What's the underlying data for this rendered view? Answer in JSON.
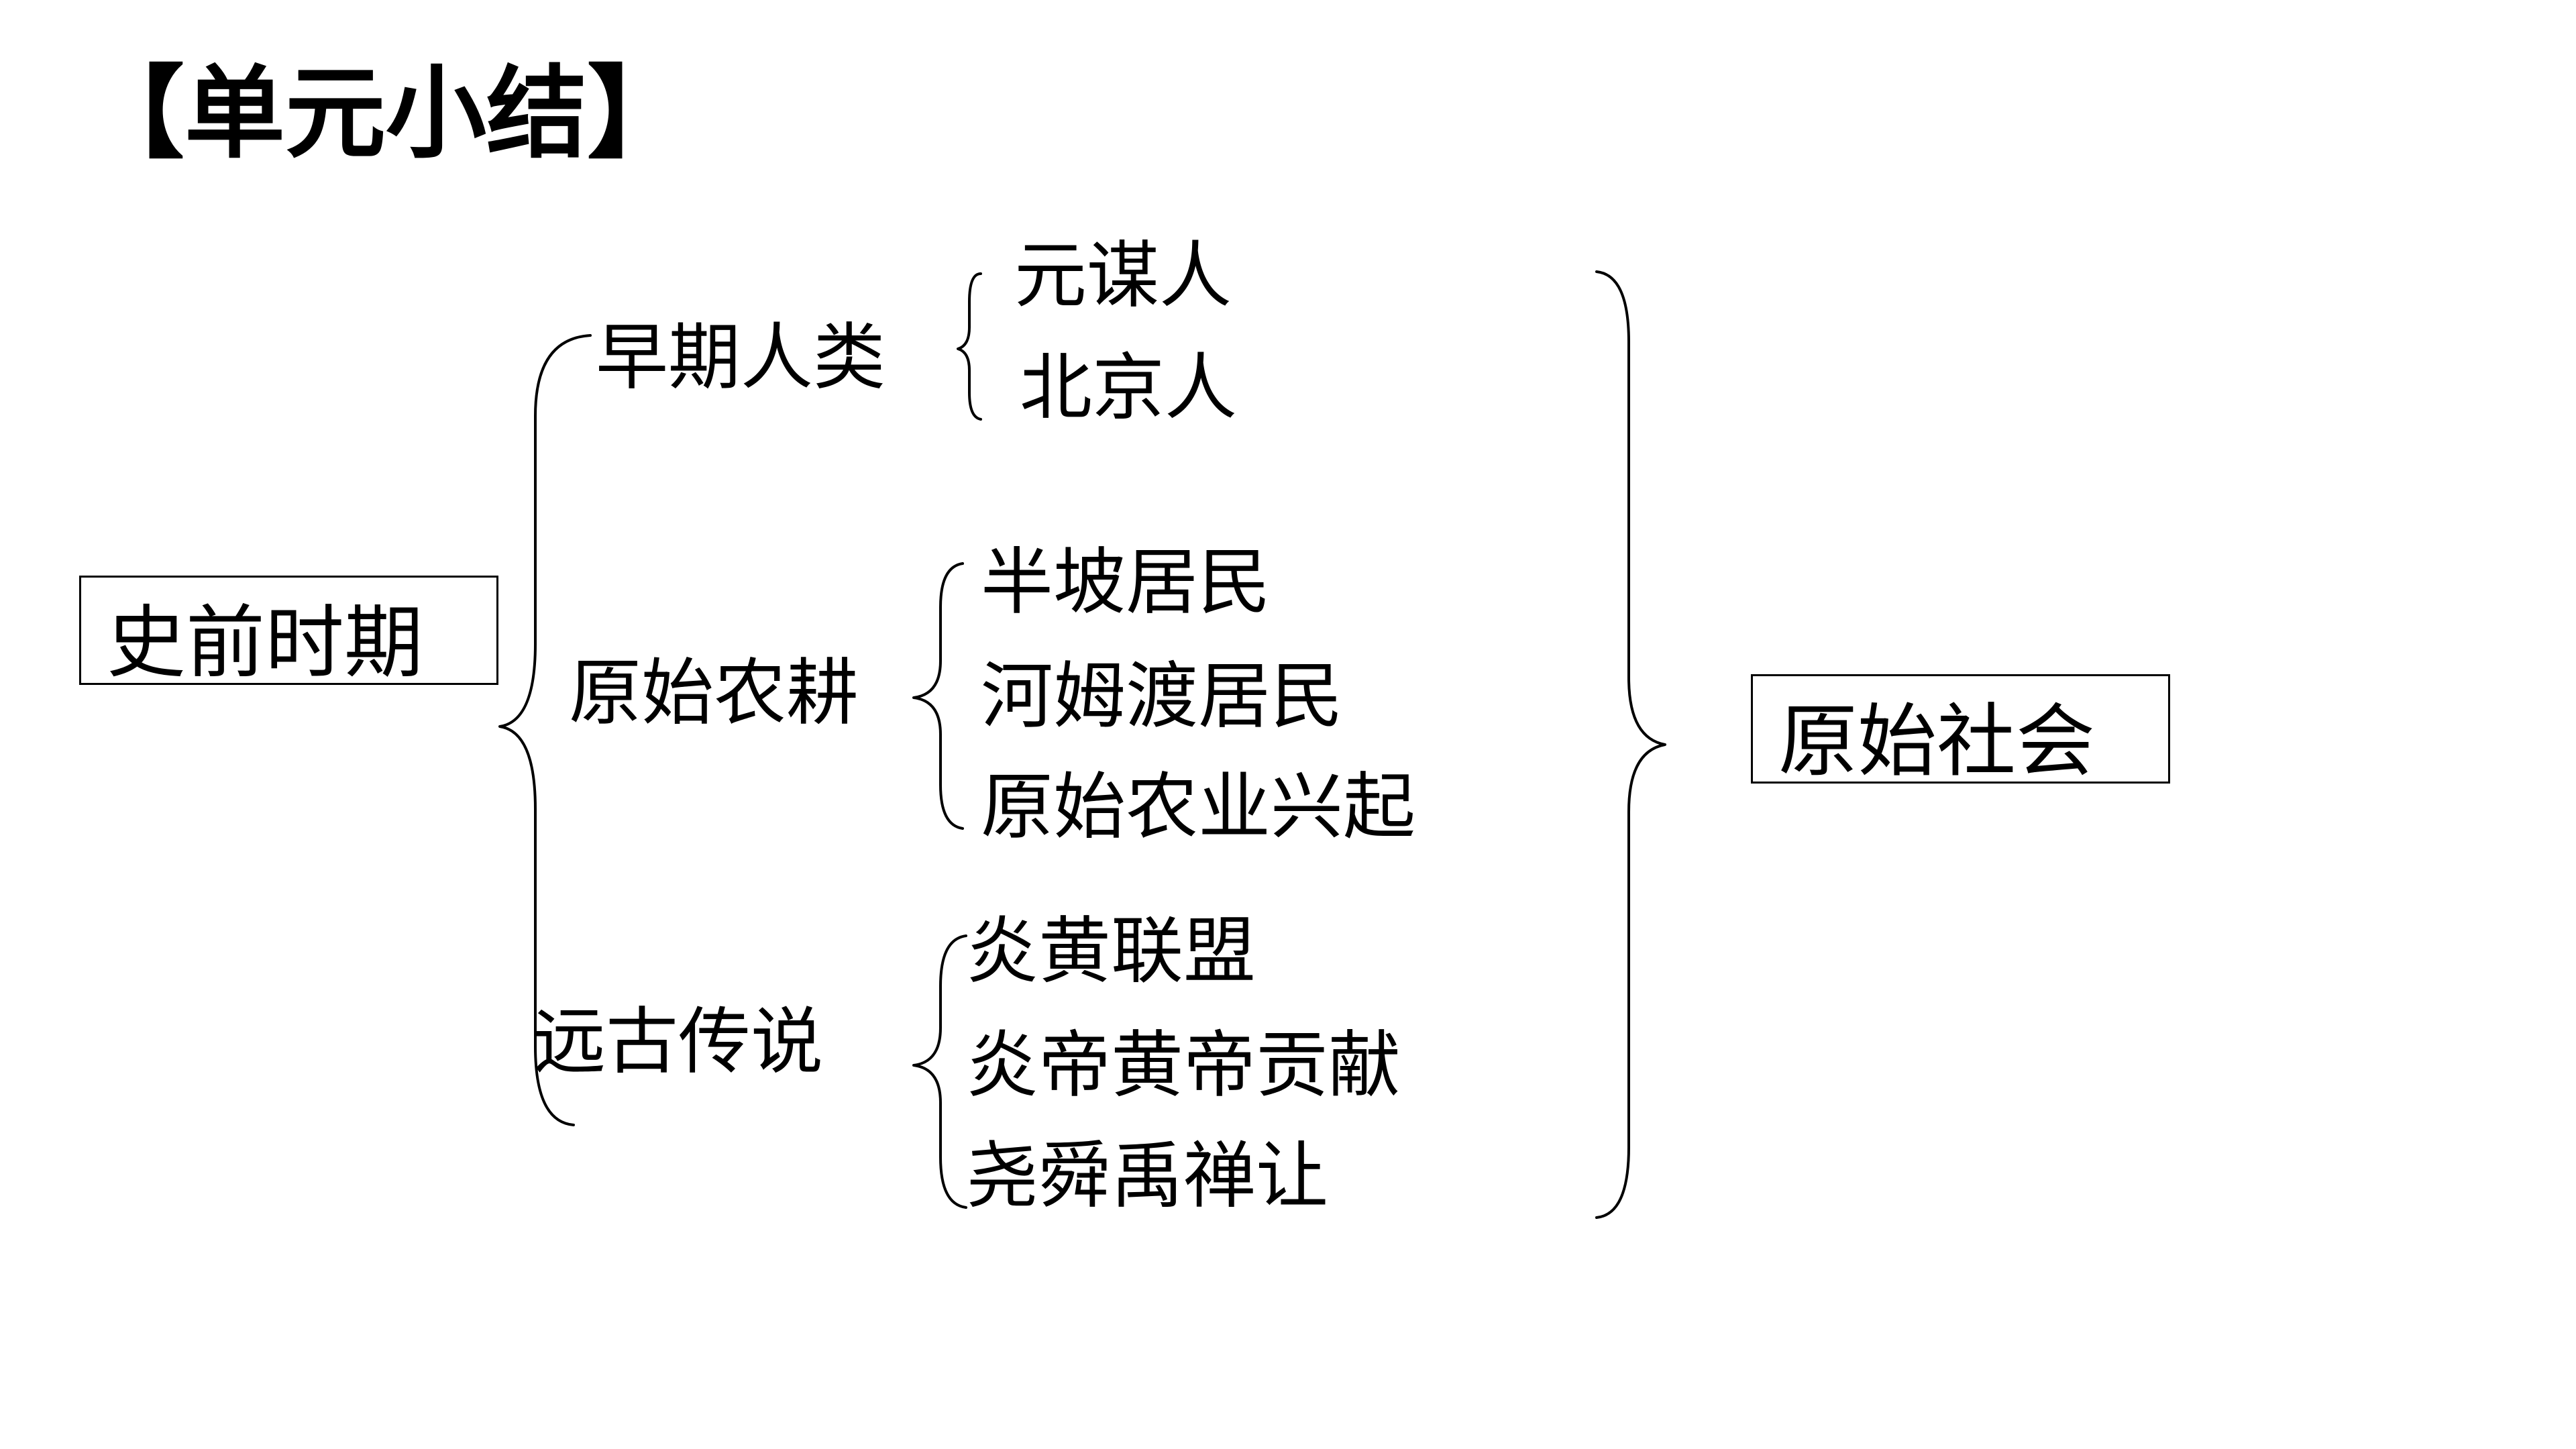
{
  "title": "【单元小结】",
  "root": "史前时期",
  "result": "原始社会",
  "groups": [
    {
      "label": "早期人类",
      "items": [
        "元谋人",
        "北京人"
      ]
    },
    {
      "label": "原始农耕",
      "items": [
        "半坡居民",
        "河姆渡居民",
        "原始农业兴起"
      ]
    },
    {
      "label": "远古传说",
      "items": [
        "炎黄联盟",
        "炎帝黄帝贡献",
        "尧舜禹禅让"
      ]
    }
  ]
}
